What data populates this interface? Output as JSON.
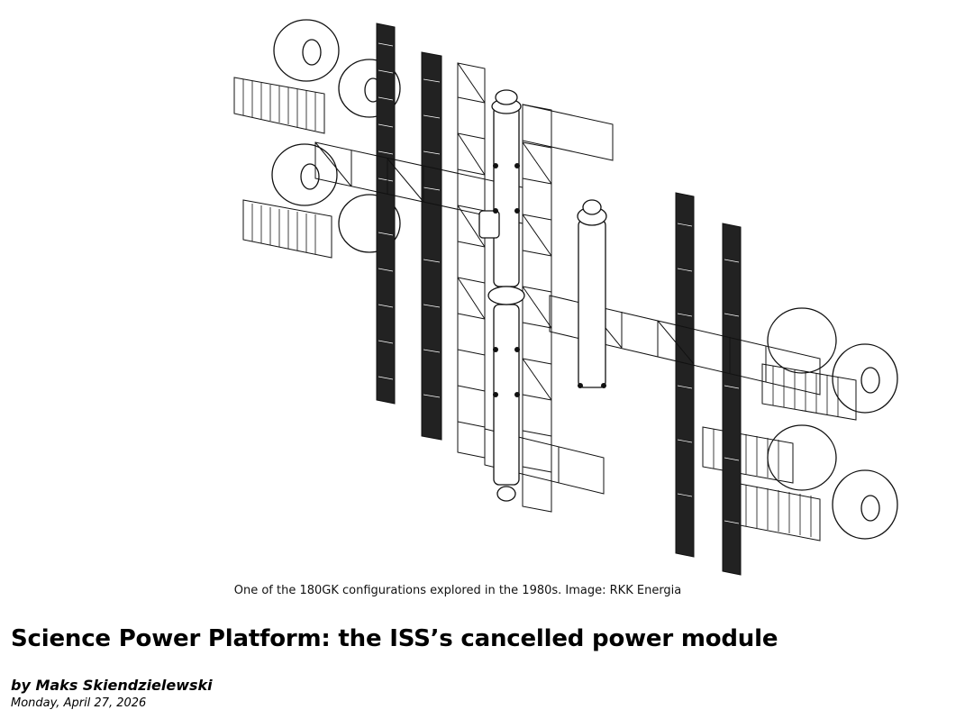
{
  "figure": {
    "caption": "One of the 180GK configurations explored in the 1980s. Image: RKK Energia"
  },
  "article": {
    "title": "Science Power Platform: the ISS’s cancelled power module",
    "byline": "by Maks Skiendzielewski",
    "date": "Monday, April 27, 2026"
  }
}
